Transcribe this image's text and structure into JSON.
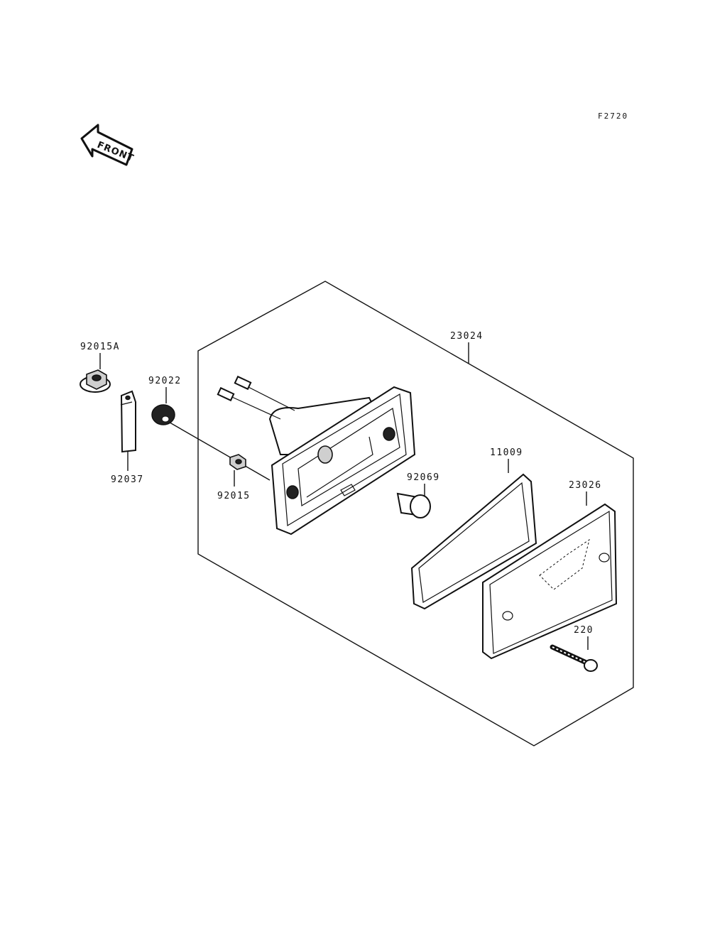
{
  "figure_code": "F2720",
  "front_arrow_label": "FRONT",
  "parts": {
    "p92015A": "92015A",
    "p92022": "92022",
    "p92037": "92037",
    "p92015": "92015",
    "p23024": "23024",
    "p11009": "11009",
    "p92069": "92069",
    "p23026": "23026",
    "p220": "220"
  }
}
